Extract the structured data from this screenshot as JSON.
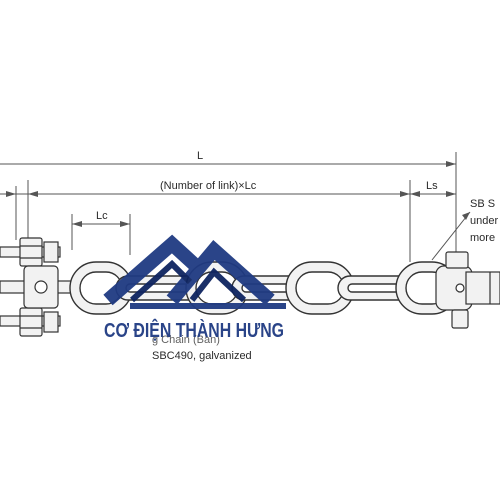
{
  "dimensions": {
    "overall_label": "L",
    "links_label": "(Number of link)×Lc",
    "end_label": "Ls",
    "link_pitch_label": "Lc"
  },
  "notes": {
    "right_lines": [
      "SB S",
      "under",
      "more"
    ],
    "chain_label_partial": "g Chain (Ban)",
    "chain_spec": "SBC490, galvanized"
  },
  "watermark": {
    "brand": "CƠ ĐIỆN THÀNH HƯNG",
    "colors": {
      "blue": "#1f3a82",
      "roof_dark": "#0e2460"
    }
  },
  "colors": {
    "line": "#3a3a3a",
    "part_fill": "#f2f2f2",
    "dim_line": "#555555"
  }
}
